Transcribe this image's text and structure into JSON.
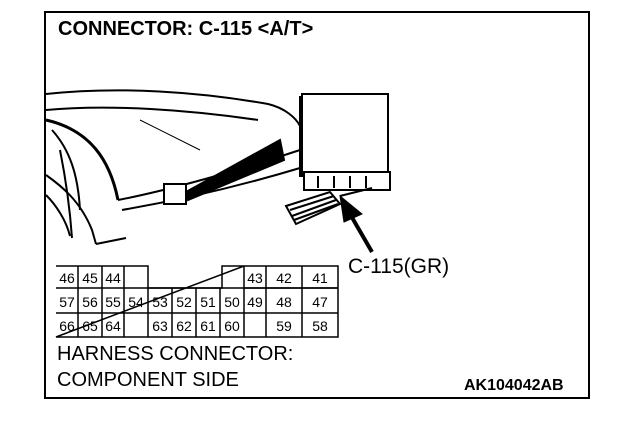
{
  "title": "CONNECTOR: C-115 <A/T>",
  "callout": "C-115(GR)",
  "caption_line1": "HARNESS CONNECTOR:",
  "caption_line2": "COMPONENT SIDE",
  "figure_code": "AK104042AB",
  "pins": {
    "row1": [
      "46",
      "45",
      "44",
      "43",
      "42",
      "41"
    ],
    "row2": [
      "57",
      "56",
      "55",
      "54",
      "53",
      "52",
      "51",
      "50",
      "49",
      "48",
      "47"
    ],
    "row3": [
      "66",
      "65",
      "64",
      "63",
      "62",
      "61",
      "60",
      "59",
      "58"
    ]
  }
}
